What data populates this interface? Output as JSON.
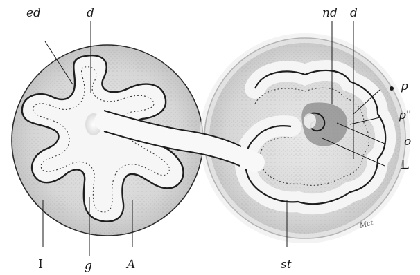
{
  "figure": {
    "labels": {
      "ed": "ed",
      "d_left": "d",
      "nd": "nd",
      "d_right": "d",
      "p": "p",
      "p2": "p\"",
      "o": "o",
      "L": "L",
      "I": "I",
      "g": "g",
      "A": "A",
      "st": "st"
    },
    "signature": "Mct",
    "colors": {
      "ink": "#1a1a1a",
      "disc": "#d9d9d9",
      "tube": "#f7f7f7",
      "stipple": "#9a9a9a"
    }
  }
}
